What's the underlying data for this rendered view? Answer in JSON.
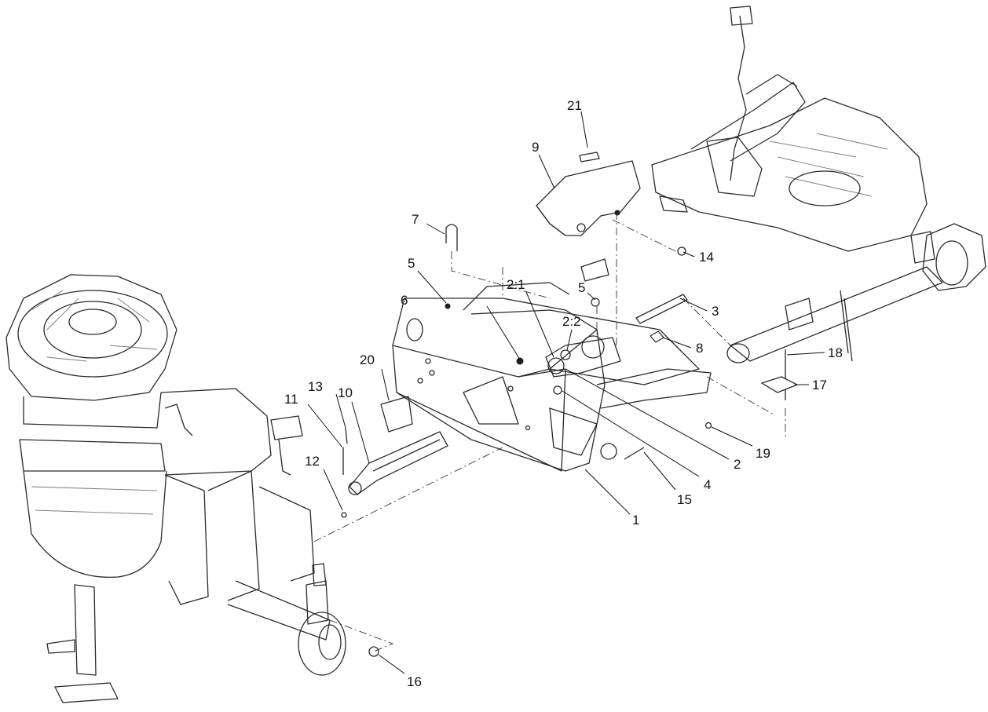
{
  "callouts": [
    {
      "id": "c1",
      "text": "1"
    },
    {
      "id": "c2",
      "text": "2"
    },
    {
      "id": "c2_1",
      "text": "2:1"
    },
    {
      "id": "c2_2",
      "text": "2:2"
    },
    {
      "id": "c3",
      "text": "3"
    },
    {
      "id": "c4",
      "text": "4"
    },
    {
      "id": "c5a",
      "text": "5"
    },
    {
      "id": "c5b",
      "text": "5"
    },
    {
      "id": "c6",
      "text": "6"
    },
    {
      "id": "c7",
      "text": "7"
    },
    {
      "id": "c8",
      "text": "8"
    },
    {
      "id": "c9",
      "text": "9"
    },
    {
      "id": "c10",
      "text": "10"
    },
    {
      "id": "c11",
      "text": "11"
    },
    {
      "id": "c12",
      "text": "12"
    },
    {
      "id": "c13",
      "text": "13"
    },
    {
      "id": "c14",
      "text": "14"
    },
    {
      "id": "c15",
      "text": "15"
    },
    {
      "id": "c16",
      "text": "16"
    },
    {
      "id": "c17",
      "text": "17"
    },
    {
      "id": "c18",
      "text": "18"
    },
    {
      "id": "c19",
      "text": "19"
    },
    {
      "id": "c20",
      "text": "20"
    },
    {
      "id": "c21",
      "text": "21"
    }
  ],
  "colors": {
    "line": "#2a2a2a",
    "background": "#ffffff"
  }
}
